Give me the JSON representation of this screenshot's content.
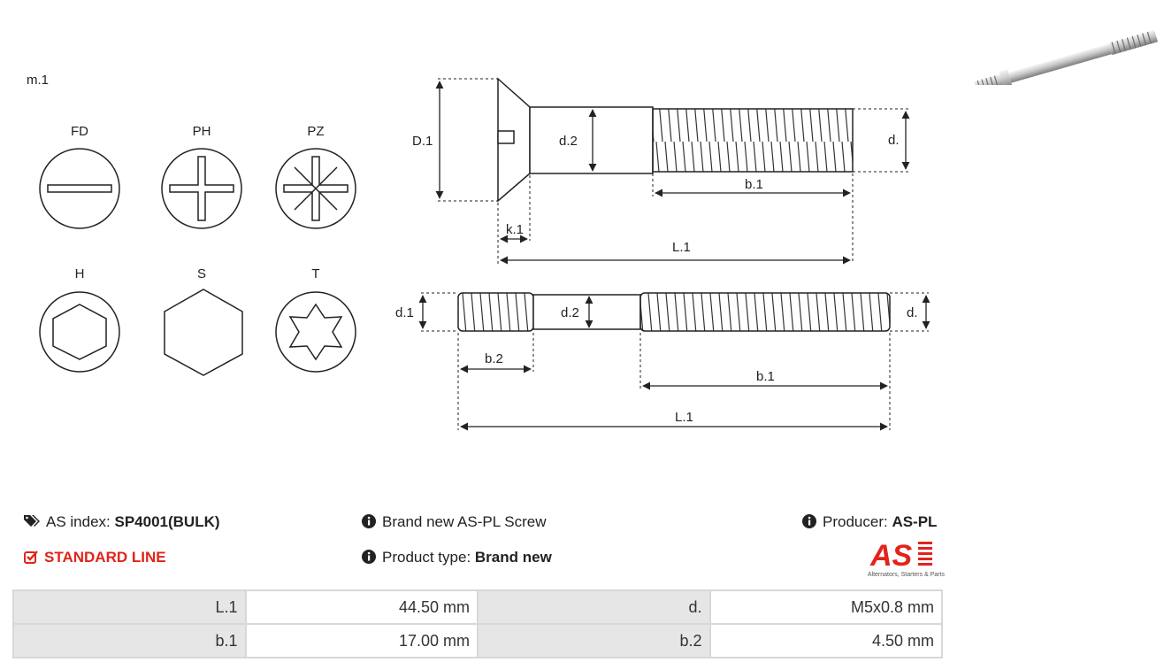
{
  "diagram": {
    "model_label": "m.1",
    "head_types": [
      {
        "code": "FD",
        "icon": "flat-slot-drive-icon"
      },
      {
        "code": "PH",
        "icon": "phillips-drive-icon"
      },
      {
        "code": "PZ",
        "icon": "pozidriv-drive-icon"
      },
      {
        "code": "H",
        "icon": "hex-socket-drive-icon"
      },
      {
        "code": "S",
        "icon": "hex-head-icon"
      },
      {
        "code": "T",
        "icon": "torx-drive-icon"
      }
    ],
    "screw_labels": {
      "D1": "D.1",
      "d2": "d.2",
      "d": "d.",
      "b1": "b.1",
      "k1": "k.1",
      "L1": "L.1"
    },
    "stud_labels": {
      "d1": "d.1",
      "d2": "d.2",
      "d": "d.",
      "b2": "b.2",
      "b1": "b.1",
      "L1": "L.1"
    }
  },
  "info": {
    "as_index_label": "AS index:",
    "as_index_value": "SP4001(BULK)",
    "line": "STANDARD LINE",
    "description": "Brand new AS-PL Screw",
    "product_type_label": "Product type:",
    "product_type_value": "Brand new",
    "producer_label": "Producer:",
    "producer_value": "AS-PL"
  },
  "logo": {
    "mark": "AS",
    "tagline": "Alternators, Starters & Parts",
    "color": "#e2231a"
  },
  "specs": [
    [
      {
        "label": "L.1",
        "value": "44.50 mm"
      },
      {
        "label": "d.",
        "value": "M5x0.8 mm"
      }
    ],
    [
      {
        "label": "b.1",
        "value": "17.00 mm"
      },
      {
        "label": "b.2",
        "value": "4.50 mm"
      }
    ]
  ]
}
